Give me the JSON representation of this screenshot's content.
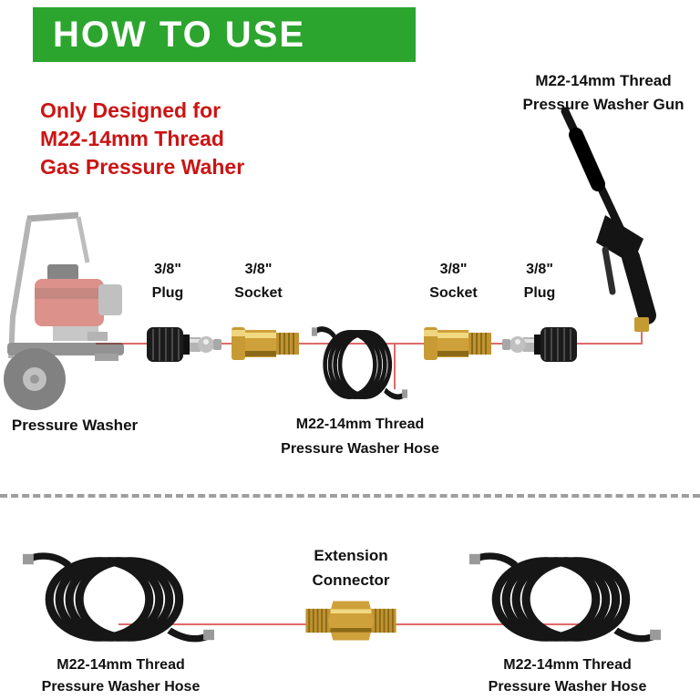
{
  "banner": {
    "title": "HOW TO USE"
  },
  "warning": {
    "lines": [
      "Only Designed for",
      "M22-14mm Thread",
      "Gas Pressure Waher"
    ]
  },
  "gun": {
    "label_line1": "M22-14mm Thread",
    "label_line2": "Pressure Washer Gun"
  },
  "top_row": {
    "washer_label": "Pressure Washer",
    "plug_left": {
      "size": "3/8\"",
      "name": "Plug"
    },
    "socket_left": {
      "size": "3/8\"",
      "name": "Socket"
    },
    "hose": {
      "label_line1": "M22-14mm Thread",
      "label_line2": "Pressure Washer Hose"
    },
    "socket_right": {
      "size": "3/8\"",
      "name": "Socket"
    },
    "plug_right": {
      "size": "3/8\"",
      "name": "Plug"
    }
  },
  "bottom_row": {
    "hose_left": {
      "label_line1": "M22-14mm Thread",
      "label_line2": "Pressure Washer Hose"
    },
    "connector": {
      "label_line1": "Extension",
      "label_line2": "Connector"
    },
    "hose_right": {
      "label_line1": "M22-14mm Thread",
      "label_line2": "Pressure Washer Hose"
    }
  },
  "colors": {
    "banner_bg": "#2ba52e",
    "banner_fg": "#ffffff",
    "warning_text": "#cc1414",
    "label_text": "#111111",
    "connect_line": "#e06a6a",
    "divider": "#9e9e9e",
    "brass": "#cfa13a"
  }
}
